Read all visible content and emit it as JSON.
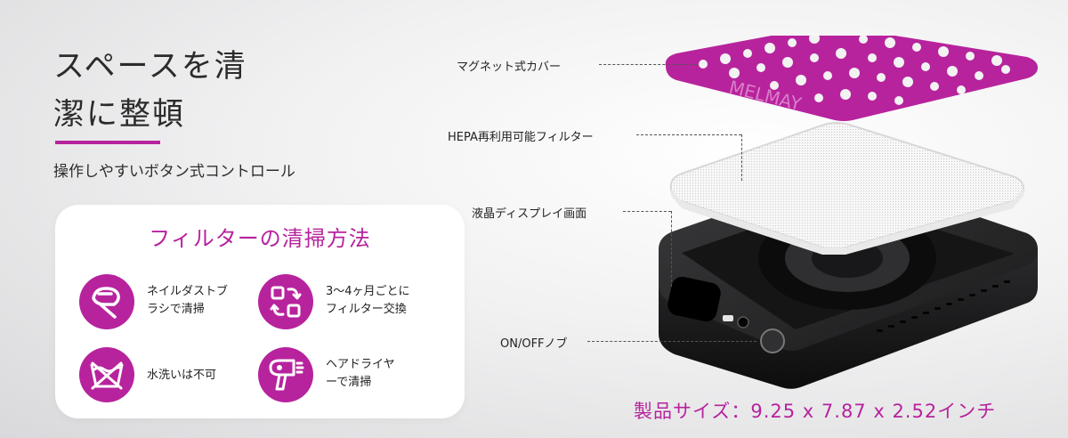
{
  "headline": {
    "line1": "スペースを清",
    "line2": "潔に整頓"
  },
  "subtitle": "操作しやすいボタン式コントロール",
  "card": {
    "title": "フィルターの清掃方法",
    "features": [
      {
        "icon": "brush-icon",
        "label": "ネイルダストブ\nラシで清掃"
      },
      {
        "icon": "swap-icon",
        "label": "3〜4ヶ月ごとに\nフィルター交換"
      },
      {
        "icon": "no-wash-icon",
        "label": "水洗いは不可"
      },
      {
        "icon": "hair-dryer-icon",
        "label": "ヘアドライヤ\nーで清掃"
      }
    ]
  },
  "callouts": {
    "magnetic_cover": "マグネット式カバー",
    "hepa_filter": "HEPA再利用可能フィルター",
    "lcd_screen": "液晶ディスプレイ画面",
    "power_knob": "ON/OFFノブ"
  },
  "product": {
    "cover_text": "MELMAY"
  },
  "size_text": "製品サイズ：9.25 x 7.87 x 2.52インチ",
  "colors": {
    "accent": "#b7239d",
    "device": "#1c1c1e",
    "filter": "#f3f3f3"
  }
}
